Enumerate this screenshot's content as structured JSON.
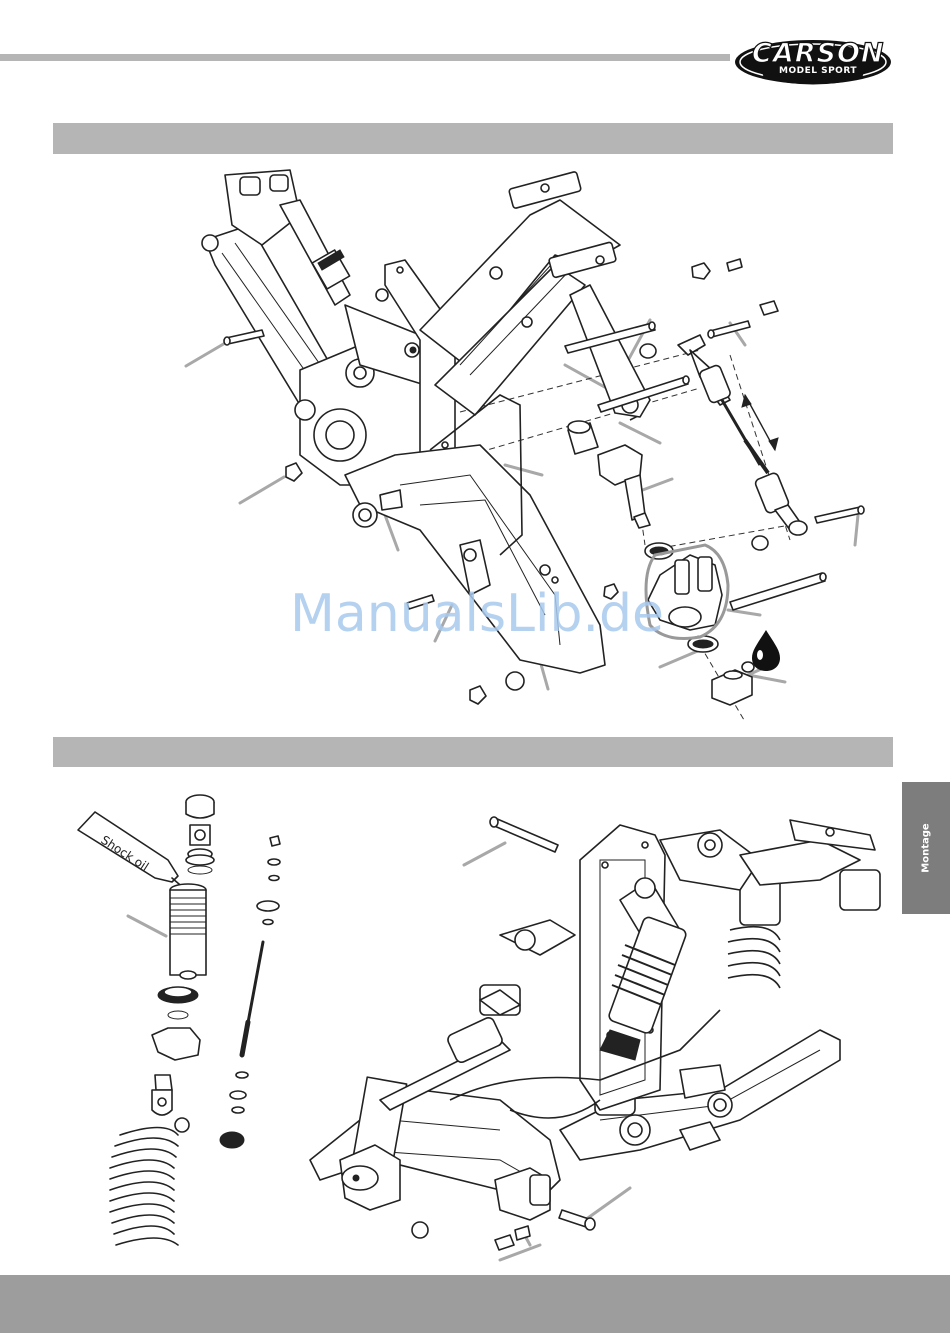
{
  "header": {
    "brand_name": "CARSON",
    "brand_tagline": "MODEL SPORT"
  },
  "side_tab": {
    "label": "Montage"
  },
  "watermark": {
    "text": "ManualsLib.de"
  },
  "shock_diagram": {
    "oil_label": "Shock oil"
  },
  "colors": {
    "rule_grey": "#b5b5b5",
    "tab_grey": "#7d7d7d",
    "footer_grey": "#9d9d9d",
    "watermark_blue": "#a9c9ee"
  },
  "icons": [
    "oil-drop-icon",
    "carson-logo"
  ]
}
